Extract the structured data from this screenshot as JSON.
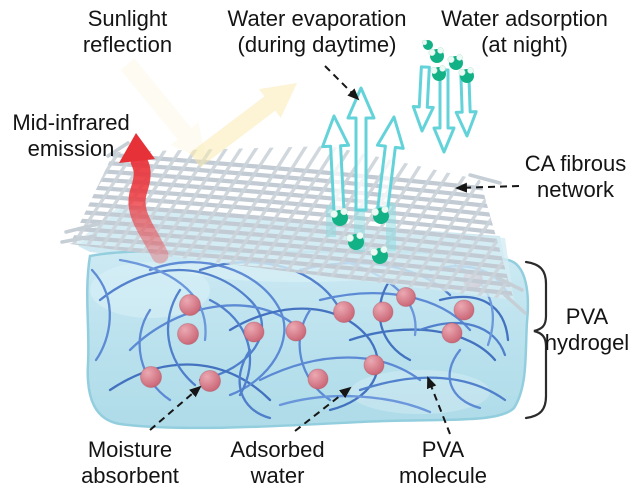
{
  "figure": {
    "background": "#ffffff",
    "labels": {
      "sunlight_reflection": [
        "Sunlight",
        "reflection"
      ],
      "water_evaporation": [
        "Water evaporation",
        "(during daytime)"
      ],
      "water_adsorption": [
        "Water adsorption",
        "(at night)"
      ],
      "mid_infrared_emission": [
        "Mid-infrared",
        "emission"
      ],
      "ca_fibrous_network": [
        "CA fibrous",
        "network"
      ],
      "pva_hydrogel": [
        "PVA",
        "hydrogel"
      ],
      "moisture_absorbent": [
        "Moisture",
        "absorbent"
      ],
      "adsorbed_water": [
        "Adsorbed",
        "water"
      ],
      "pva_molecule": [
        "PVA",
        "molecule"
      ]
    },
    "colors": {
      "sunlight_arrow": "#f1c13a",
      "infrared_arrow": "#e8343d",
      "vapor_arrow_outline": "#63d3d9",
      "water_molecule_green": "#12b286",
      "moisture_absorbent_sphere": "#cf6273",
      "hydrogel_body": "#bfe4ee",
      "pva_fiber_blue": "#4675cc",
      "ca_fiber_gray": "#c6ced6",
      "annotation_ink": "#161616"
    }
  }
}
